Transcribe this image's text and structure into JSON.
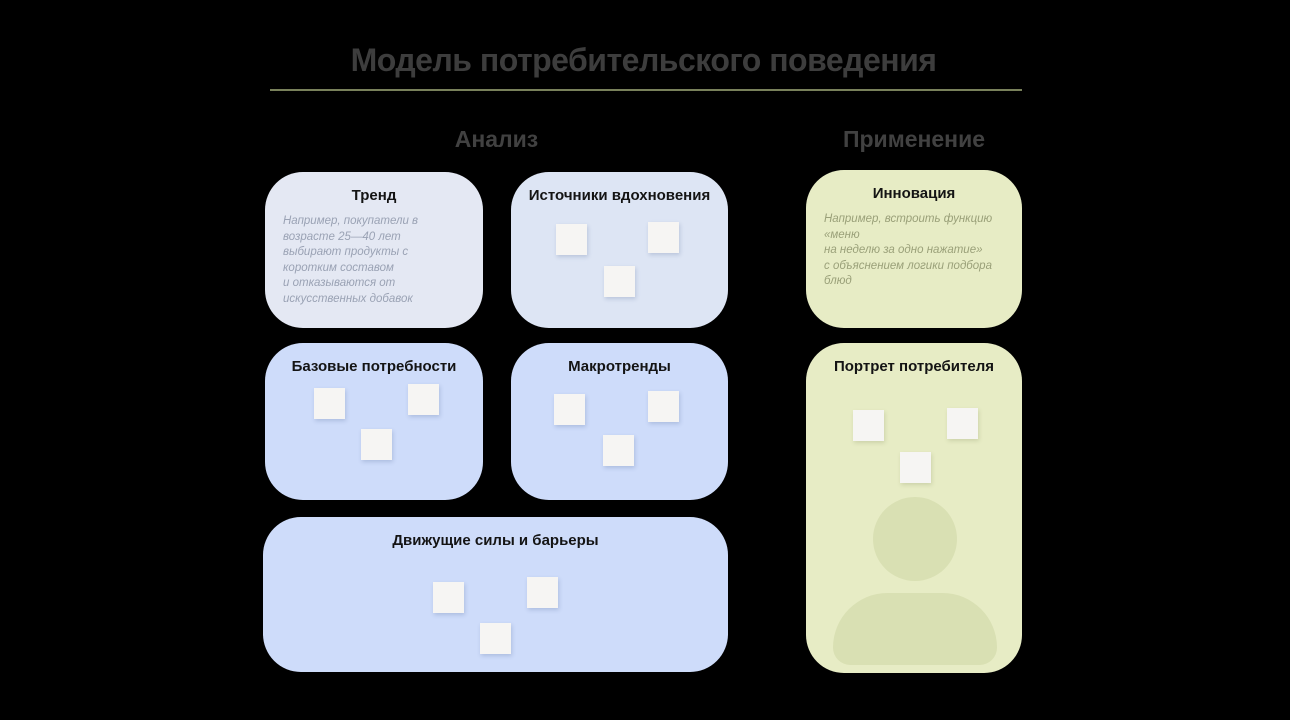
{
  "page": {
    "title": "Модель потребительского поведения"
  },
  "sections": {
    "analysis": {
      "label": "Анализ"
    },
    "application": {
      "label": "Применение"
    }
  },
  "cards": {
    "trend": {
      "title": "Тренд",
      "example": "Например, покупатели в возрасте 25—40 лет\nвыбирают продукты с коротким составом\nи отказываются от искусственных добавок"
    },
    "inspiration_sources": {
      "title": "Источники вдохновения",
      "sticky_count": 3
    },
    "innovation": {
      "title": "Инновация",
      "example": "Например, встроить функцию «меню\nна неделю за одно нажатие»\nс объяснением логики подбора блюд"
    },
    "basic_needs": {
      "title": "Базовые потребности",
      "sticky_count": 3
    },
    "macrotrends": {
      "title": "Макротренды",
      "sticky_count": 3
    },
    "drivers_barriers": {
      "title": "Движущие силы и барьеры",
      "sticky_count": 3
    },
    "consumer_portrait": {
      "title": "Портрет потребителя",
      "sticky_count": 3
    }
  },
  "colors": {
    "background": "#000000",
    "divider": "#79815b",
    "title_text": "#3d3d3d",
    "section_header_text": "#414141",
    "card_trend_bg": "#e4e8f3",
    "card_sources_bg": "#dde5f4",
    "card_blue_bg": "#cedcfa",
    "card_green_bg": "#e7ecc5",
    "sticky_note_bg": "#f6f5f3",
    "silhouette": "#d9e0b3",
    "example_text_blue_card": "#9aa2b4",
    "example_text_green_card": "#9aa079",
    "card_title_text": "#141414"
  }
}
